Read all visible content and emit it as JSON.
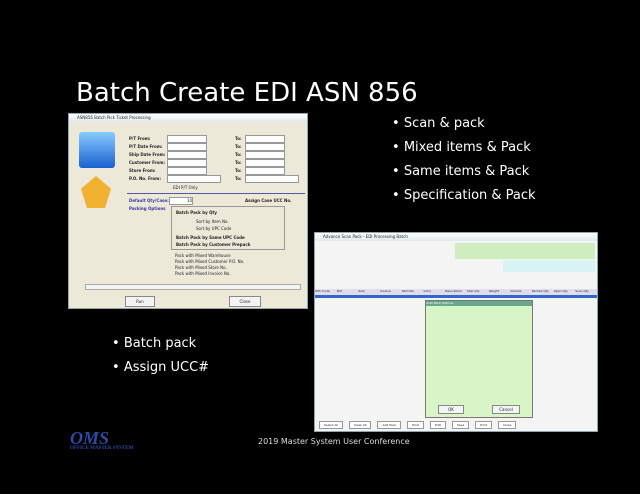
{
  "title": "Batch Create EDI ASN 856",
  "bullets_right": [
    "Scan & pack",
    "Mixed items & Pack",
    "Same items & Pack",
    "Specification & Pack"
  ],
  "bullets_left": [
    "Batch pack",
    "Assign UCC#"
  ],
  "dialog1": {
    "title": "ASN856 Batch Pick Ticket Processing",
    "labels": [
      "P/T From:",
      "P/T Date From:",
      "Ship Date From:",
      "Customer From:",
      "Store From:",
      "P.O. No. From:"
    ],
    "to": "To:",
    "edi_only": "EDI P/T Only",
    "default_qty": "Default Qty/Case:",
    "qty": "10",
    "assign_ucc": "Assign Case UCC No.",
    "packing": "Packing Options",
    "options": [
      "Batch Pack by Qty",
      "Batch Pack by Same UPC Code",
      "Batch Pack by Customer Prepack"
    ],
    "sub_options": [
      "Sort by Item No.",
      "Sort by UPC Code"
    ],
    "checks": [
      "Pack with Mixed Warehouse",
      "Pack with Mixed Customer P.O. No.",
      "Pack with Mixed Store No.",
      "Pack with Mixed Invoice No."
    ],
    "run": "Run",
    "close": "Close"
  },
  "dialog2": {
    "title": "Advance Scan Pack - EDI Processing Batch",
    "columns": [
      "UPC Code",
      "P/O",
      "Size",
      "Invoice",
      "Item No.",
      "Color",
      "Description",
      "Ship Qty",
      "Weight",
      "Volume",
      "Packed Qty",
      "Open Qty",
      "Scan Qty"
    ],
    "popup_title": "Auto Pack Options",
    "ok": "OK",
    "cancel": "Cancel",
    "buttons": [
      "Select All",
      "Clear All",
      "Add Pack",
      "Print",
      "Edit",
      "Save",
      "Print",
      "Close"
    ]
  },
  "footer": "2019 Master System User Conference",
  "logo": {
    "name": "OMS",
    "sub": "OFFICE MASTER SYSTEM"
  }
}
